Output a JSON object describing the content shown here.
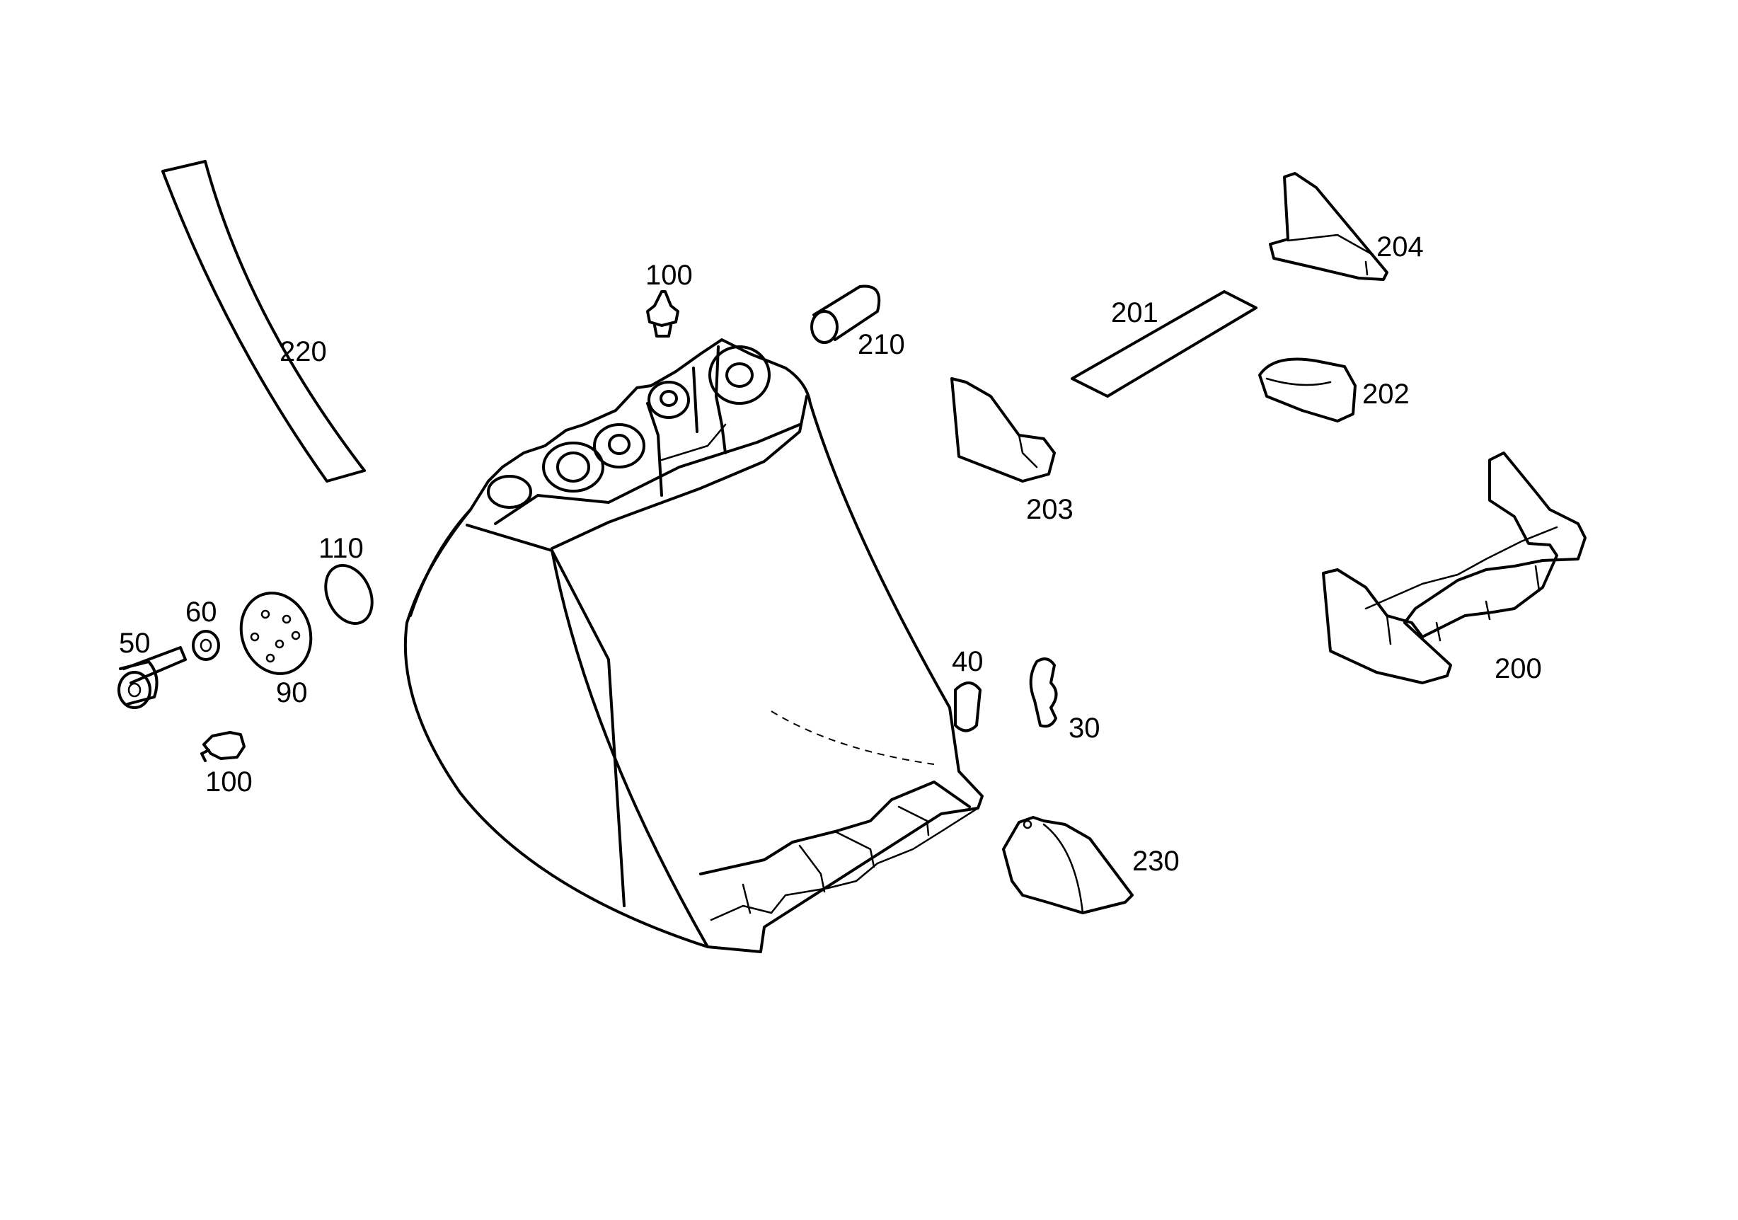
{
  "callouts": [
    {
      "id": "c220",
      "text": "220"
    },
    {
      "id": "c100a",
      "text": "100"
    },
    {
      "id": "c210",
      "text": "210"
    },
    {
      "id": "c201",
      "text": "201"
    },
    {
      "id": "c204",
      "text": "204"
    },
    {
      "id": "c202",
      "text": "202"
    },
    {
      "id": "c203",
      "text": "203"
    },
    {
      "id": "c110",
      "text": "110"
    },
    {
      "id": "c60",
      "text": "60"
    },
    {
      "id": "c50",
      "text": "50"
    },
    {
      "id": "c90",
      "text": "90"
    },
    {
      "id": "c100b",
      "text": "100"
    },
    {
      "id": "c40",
      "text": "40"
    },
    {
      "id": "c30",
      "text": "30"
    },
    {
      "id": "c200",
      "text": "200"
    },
    {
      "id": "c230",
      "text": "230"
    }
  ]
}
